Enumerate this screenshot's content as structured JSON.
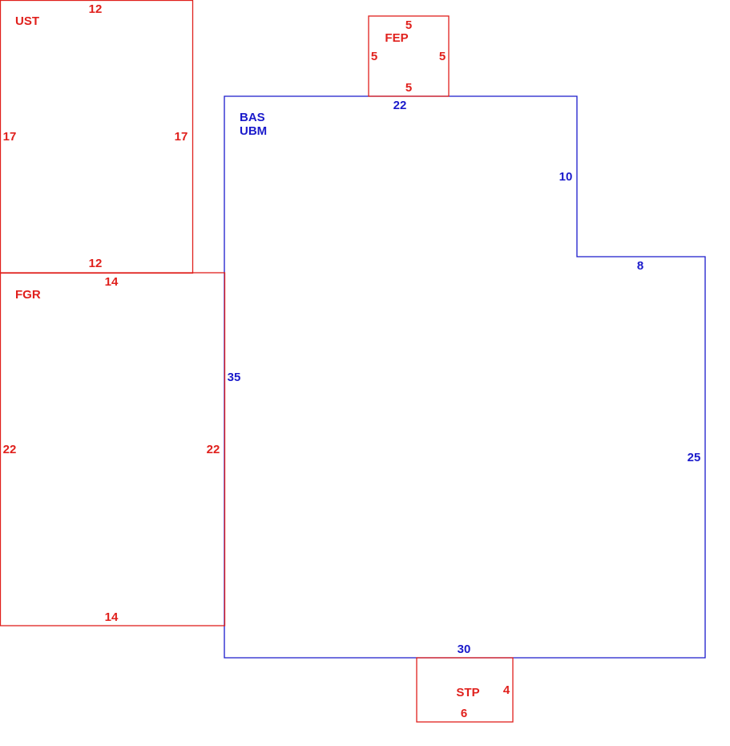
{
  "colors": {
    "red": "#e0201c",
    "blue": "#1a1acb"
  },
  "areas": {
    "ust": {
      "label": "UST",
      "dims": {
        "top": "12",
        "left": "17",
        "right": "17",
        "bottom": "12"
      }
    },
    "fgr": {
      "label": "FGR",
      "dims": {
        "top": "14",
        "left": "22",
        "right": "22",
        "bottom": "14"
      }
    },
    "fep": {
      "label": "FEP",
      "dims": {
        "top": "5",
        "left": "5",
        "right": "5",
        "bottom": "5"
      }
    },
    "bas": {
      "label": "BAS",
      "label2": "UBM",
      "dims": {
        "top": "22",
        "upper_right": "10",
        "notch": "8",
        "right": "25",
        "bottom": "30",
        "left": "35"
      }
    },
    "stp": {
      "label": "STP",
      "dims": {
        "right": "4",
        "bottom": "6"
      }
    }
  }
}
